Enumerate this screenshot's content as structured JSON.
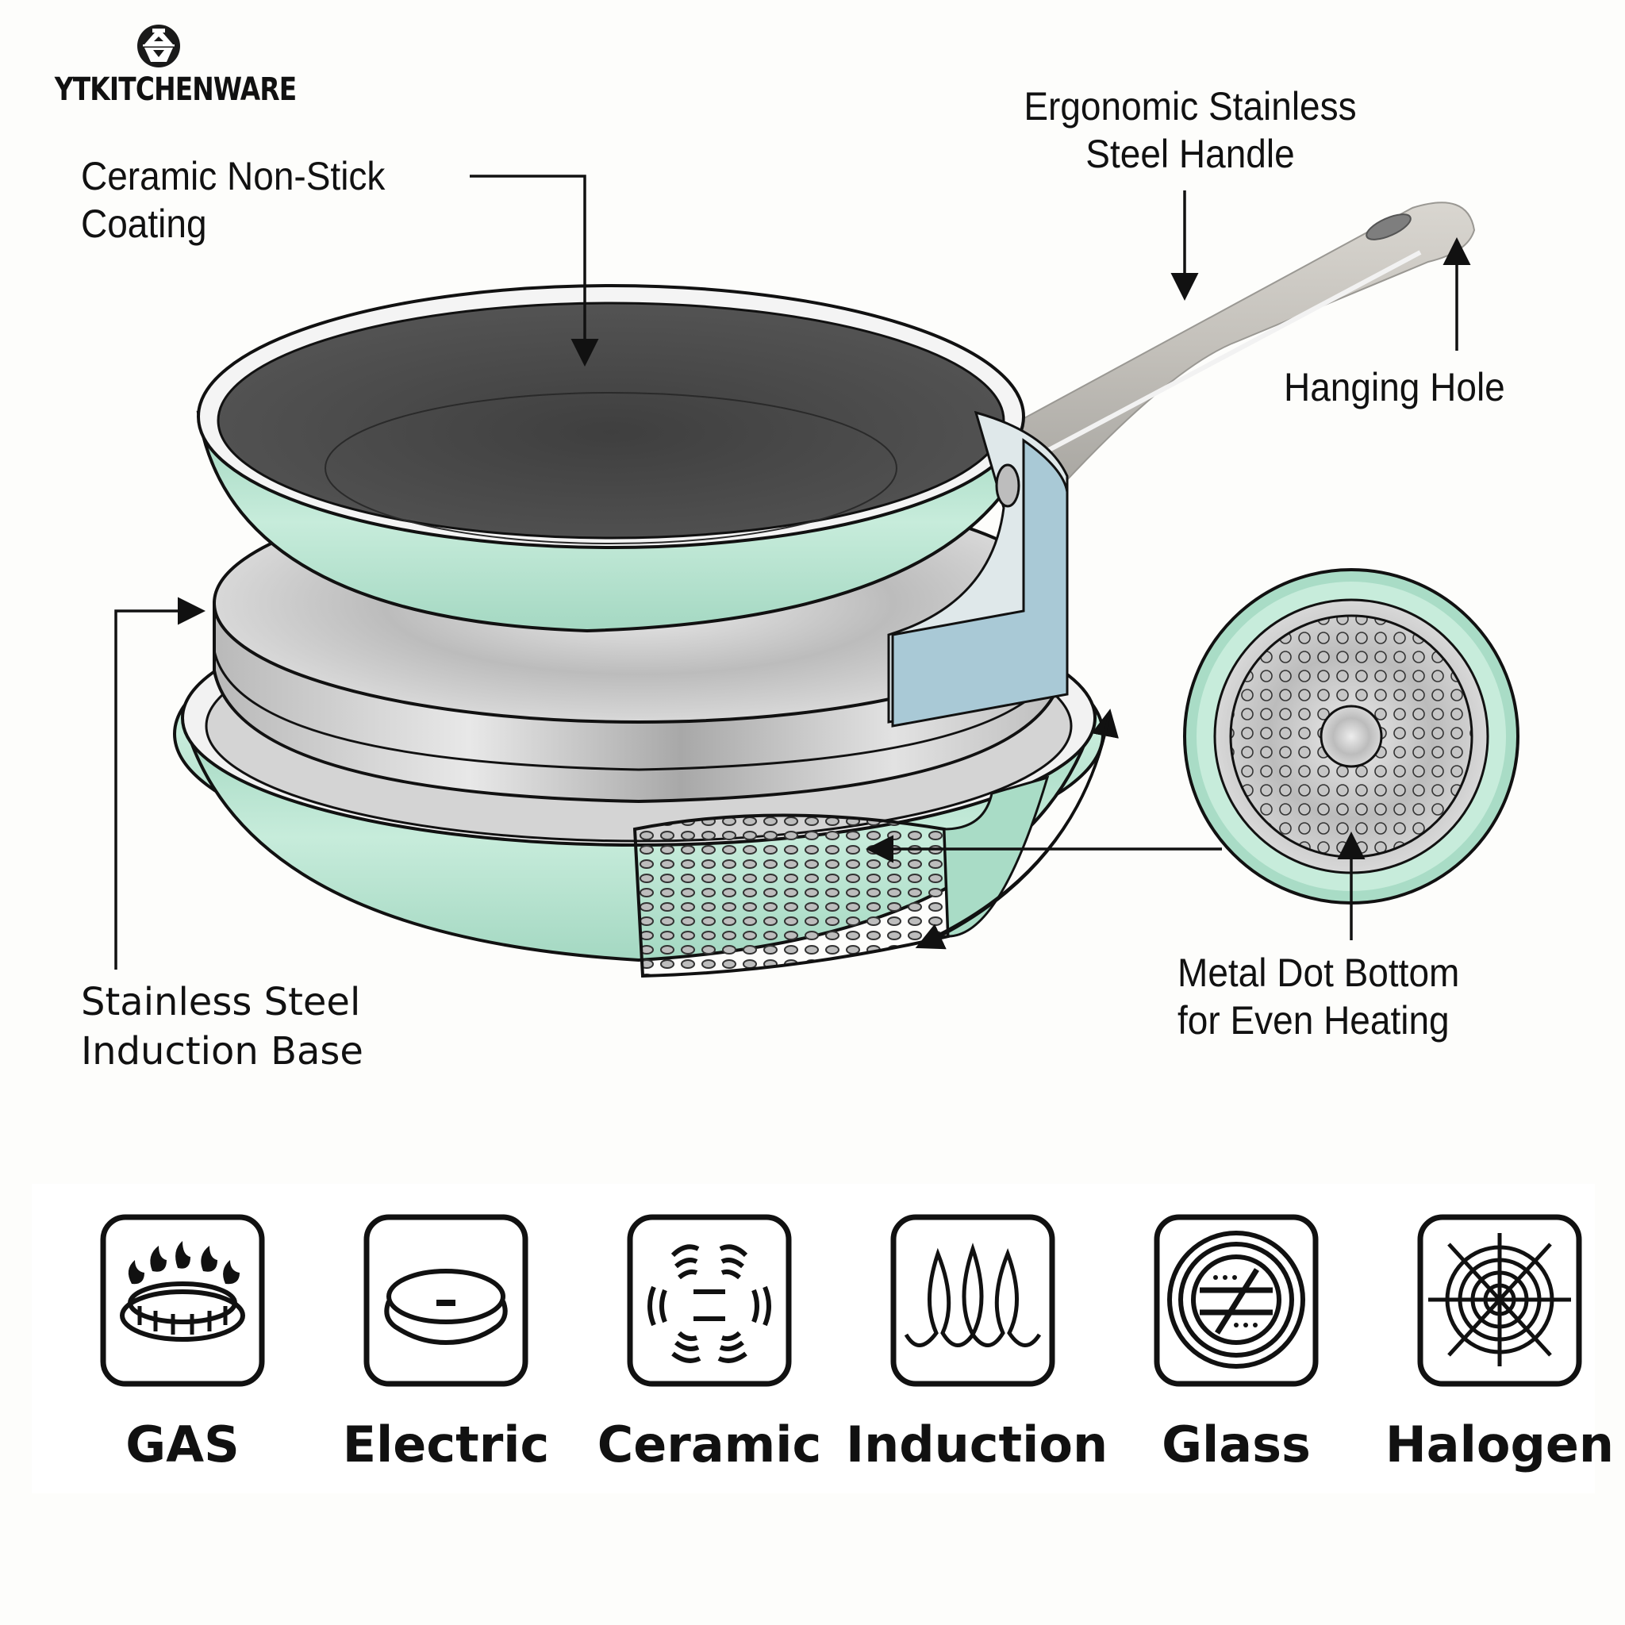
{
  "brand": {
    "name": "YTKITCHENWARE",
    "logo_icon": "pot-emblem-icon"
  },
  "callouts": {
    "coating": {
      "line1": "Ceramic Non-Stick",
      "line2": "Coating"
    },
    "handle": {
      "line1": "Ergonomic Stainless",
      "line2": "Steel Handle"
    },
    "hanging_hole": {
      "line1": "Hanging Hole"
    },
    "induction_base": {
      "line1": "Stainless Steel",
      "line2": "Induction Base"
    },
    "dot_bottom": {
      "line1": "Metal Dot Bottom",
      "line2": "for Even Heating"
    }
  },
  "colors": {
    "pan_body_mint": "#a9dcc6",
    "pan_body_mint_light": "#c7ecdb",
    "interior_coating": "#4a4a4a",
    "steel": "#c8c8c8",
    "cutaway_blue": "#a9c9d6",
    "ink": "#111111"
  },
  "stove_compatibility": [
    {
      "label": "GAS",
      "icon": "gas-burner-icon"
    },
    {
      "label": "Electric",
      "icon": "electric-plate-icon"
    },
    {
      "label": "Ceramic",
      "icon": "ceramic-hob-icon"
    },
    {
      "label": "Induction",
      "icon": "induction-coil-icon"
    },
    {
      "label": "Glass",
      "icon": "glass-hob-icon"
    },
    {
      "label": "Halogen",
      "icon": "halogen-hob-icon"
    }
  ]
}
